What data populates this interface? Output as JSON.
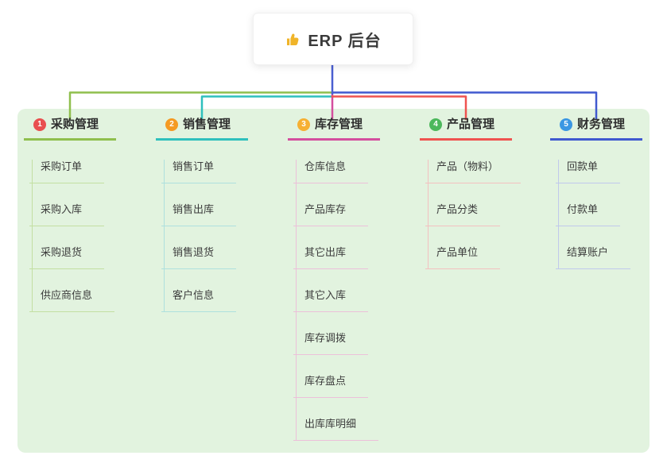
{
  "root": {
    "title": "ERP 后台",
    "icon": "thumbs-up-icon"
  },
  "connector": {
    "stem_color": "#4a5fd1"
  },
  "canvas": {
    "background": "#ffffff",
    "panel_background": "#e2f3df"
  },
  "branches": [
    {
      "num": "1",
      "label": "采购管理",
      "badge_color": "#e94f4f",
      "line_color": "#8fbf4d",
      "tint_color": "#c3dfa2",
      "children": [
        "采购订单",
        "采购入库",
        "采购退货",
        "供应商信息"
      ]
    },
    {
      "num": "2",
      "label": "销售管理",
      "badge_color": "#f59a23",
      "line_color": "#2fc0bd",
      "tint_color": "#aee0de",
      "children": [
        "销售订单",
        "销售出库",
        "销售退货",
        "客户信息"
      ]
    },
    {
      "num": "3",
      "label": "库存管理",
      "badge_color": "#f6b033",
      "line_color": "#d44f9e",
      "tint_color": "#ecc0da",
      "children": [
        "仓库信息",
        "产品库存",
        "其它出库",
        "其它入库",
        "库存调拨",
        "库存盘点",
        "出库库明细"
      ]
    },
    {
      "num": "4",
      "label": "产品管理",
      "badge_color": "#4cb85c",
      "line_color": "#ef5350",
      "tint_color": "#f3c1c0",
      "children": [
        "产品（物料）",
        "产品分类",
        "产品单位"
      ]
    },
    {
      "num": "5",
      "label": "财务管理",
      "badge_color": "#3b97e3",
      "line_color": "#4059cf",
      "tint_color": "#c0c9ec",
      "children": [
        "回款单",
        "付款单",
        "结算账户"
      ]
    }
  ]
}
